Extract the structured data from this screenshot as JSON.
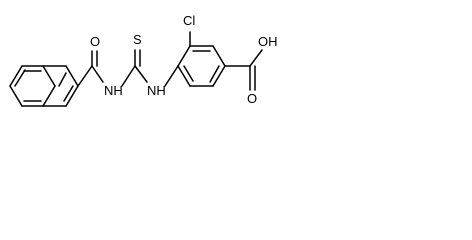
{
  "structure": {
    "atoms": {
      "chloro": "Cl",
      "thione_sulfur": "S",
      "amide_oxygen": "O",
      "amide_nh": "NH",
      "thiourea_nh": "NH",
      "acid_carbonyl_oxygen": "O",
      "acid_hydroxyl": "OH"
    }
  }
}
